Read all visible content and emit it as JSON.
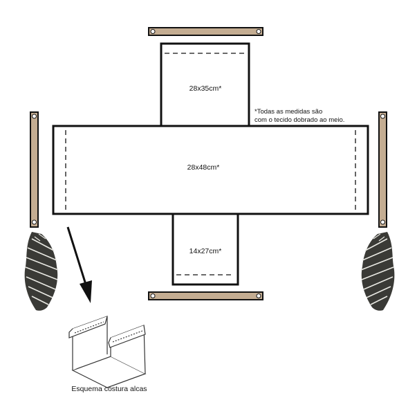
{
  "panels": {
    "top": "28x35cm*",
    "center": "28x48cm*",
    "bottom": "14x27cm*"
  },
  "note": {
    "line1": "*Todas as medidas são",
    "line2": "com o tecido dobrado ao meio."
  },
  "caption": "Esquema costura alcas",
  "colors": {
    "outline": "#111111",
    "wood": "#c4ad92",
    "rope": "#3a3a36"
  }
}
